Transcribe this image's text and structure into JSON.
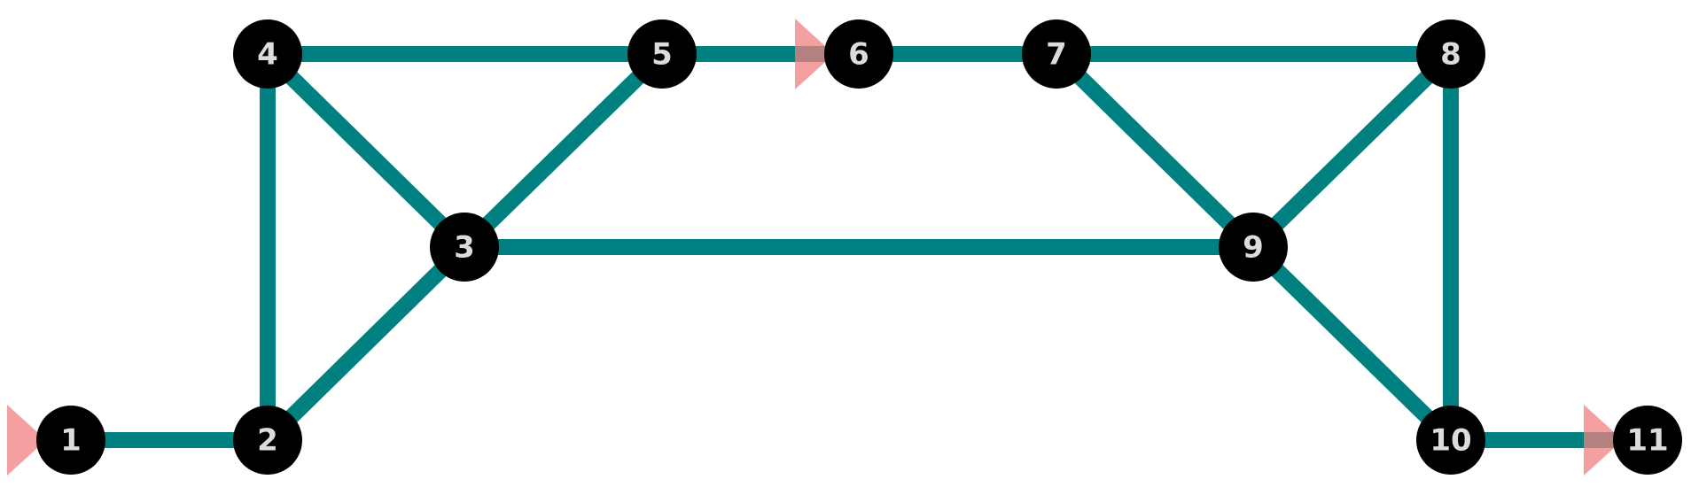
{
  "colors": {
    "edge": "#008080",
    "node": "#000000",
    "label": "#dcdcdc",
    "marker": "#f08080"
  },
  "nodes": [
    {
      "id": "1",
      "label": "1"
    },
    {
      "id": "2",
      "label": "2"
    },
    {
      "id": "3",
      "label": "3"
    },
    {
      "id": "4",
      "label": "4"
    },
    {
      "id": "5",
      "label": "5"
    },
    {
      "id": "6",
      "label": "6"
    },
    {
      "id": "7",
      "label": "7"
    },
    {
      "id": "8",
      "label": "8"
    },
    {
      "id": "9",
      "label": "9"
    },
    {
      "id": "10",
      "label": "10"
    },
    {
      "id": "11",
      "label": "11"
    }
  ],
  "edges": [
    [
      "1",
      "2"
    ],
    [
      "2",
      "4"
    ],
    [
      "2",
      "3"
    ],
    [
      "4",
      "3"
    ],
    [
      "4",
      "5"
    ],
    [
      "3",
      "5"
    ],
    [
      "5",
      "6"
    ],
    [
      "6",
      "7"
    ],
    [
      "7",
      "8"
    ],
    [
      "3",
      "9"
    ],
    [
      "7",
      "9"
    ],
    [
      "8",
      "9"
    ],
    [
      "9",
      "10"
    ],
    [
      "8",
      "10"
    ],
    [
      "10",
      "11"
    ]
  ],
  "markers": [
    "1",
    "6",
    "11"
  ]
}
